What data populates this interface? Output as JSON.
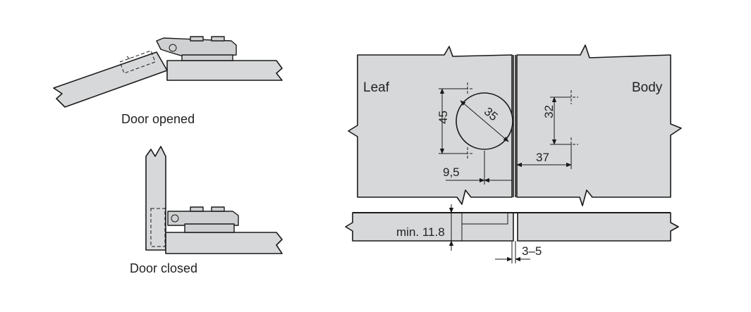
{
  "diagram": {
    "door_opened_label": "Door opened",
    "door_closed_label": "Door closed",
    "leaf_label": "Leaf",
    "body_label": "Body",
    "dimensions": {
      "bore_depth_vertical": "45",
      "cup_diameter": "35",
      "edge_offset": "9,5",
      "hole_spacing": "32",
      "body_offset": "37",
      "min_thickness": "min. 11.8",
      "gap": "3–5"
    }
  }
}
